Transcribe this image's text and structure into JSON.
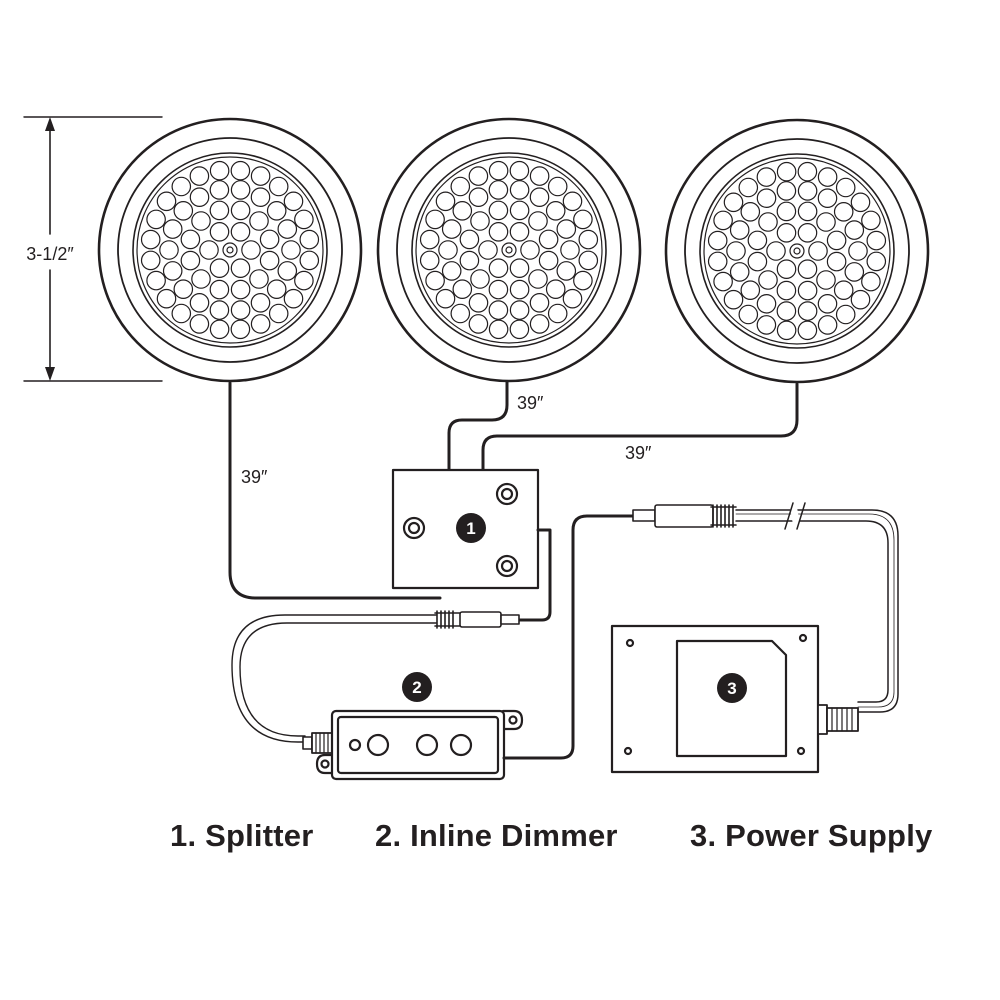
{
  "dimensions": {
    "height": "3-1/2″",
    "cable_left": "39″",
    "cable_middle": "39″",
    "cable_right": "39″"
  },
  "badges": [
    "1",
    "2",
    "3"
  ],
  "captions": [
    "1.  Splitter",
    "2.  Inline Dimmer",
    "3.  Power Supply"
  ],
  "colors": {
    "ink": "#231f20",
    "paper": "#ffffff"
  }
}
